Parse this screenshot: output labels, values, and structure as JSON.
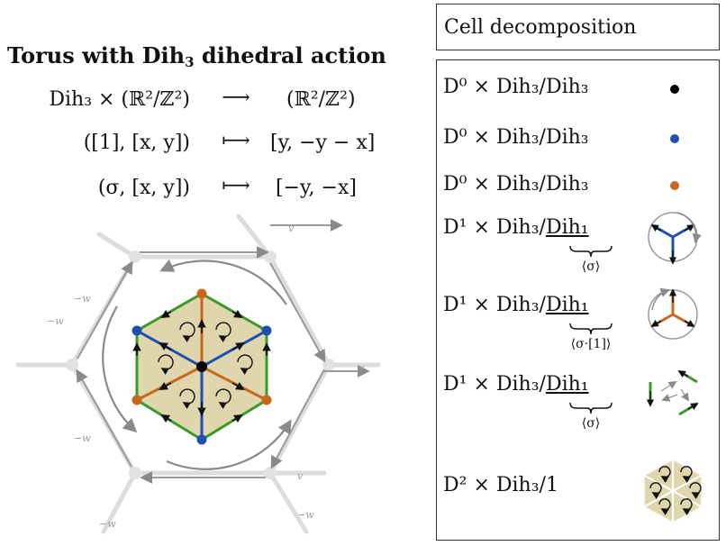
{
  "title": {
    "main": "Torus with Dih",
    "sub": "3",
    "suffix": " dihedral action"
  },
  "map": {
    "row1": {
      "left": "Dih₃ × (ℝ²/ℤ²)",
      "arrow": "⟶",
      "right": "(ℝ²/ℤ²)"
    },
    "row2": {
      "left": "([1], [x, y])",
      "arrow": "⟼",
      "right": "[y, −y − x]"
    },
    "row3": {
      "left": "(σ, [x, y])",
      "arrow": "⟼",
      "right": "[−y, −x]"
    }
  },
  "edge_labels": {
    "v": "v",
    "w": "−w"
  },
  "legend": {
    "header": "Cell decomposition",
    "rows": [
      {
        "text": "D⁰ × Dih₃/Dih₃",
        "dot_color": "#000000"
      },
      {
        "text": "D⁰ × Dih₃/Dih₃",
        "dot_color": "#1f4fb0"
      },
      {
        "text": "D⁰ × Dih₃/Dih₃",
        "dot_color": "#c8681e"
      },
      {
        "text": "D¹ × Dih₃/",
        "underbrace": "Dih₁",
        "brace_label": "⟨σ⟩"
      },
      {
        "text": "D¹ × Dih₃/",
        "underbrace": "Dih₁",
        "brace_label": "⟨σ·[1]⟩"
      },
      {
        "text": "D¹ × Dih₃/",
        "underbrace": "Dih₁",
        "brace_label": "⟨σ⟩"
      },
      {
        "text": "D² × Dih₃/1"
      }
    ]
  },
  "colors": {
    "blue": "#1f4fb0",
    "orange": "#c8681e",
    "green": "#3a9a2a",
    "fill": "#e0d6ae",
    "grey": "#d9d9d9",
    "arrow": "#8a8a8a"
  }
}
